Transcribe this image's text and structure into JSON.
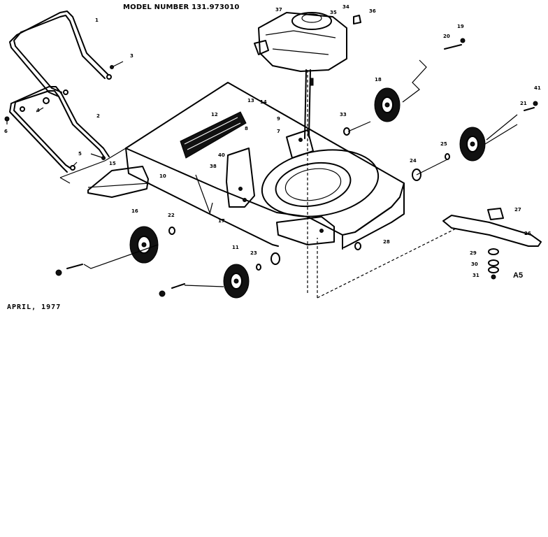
{
  "header": {
    "model": "MODEL NUMBER 131.973010"
  },
  "footer": {
    "date": "APRIL, 1977",
    "code": "A5"
  },
  "callouts": [
    {
      "id": "c1",
      "text": "1"
    },
    {
      "id": "c2",
      "text": "2"
    },
    {
      "id": "c3",
      "text": "3"
    },
    {
      "id": "c4",
      "text": "4"
    },
    {
      "id": "c5",
      "text": "5"
    },
    {
      "id": "c6",
      "text": "6"
    },
    {
      "id": "c7",
      "text": "7"
    },
    {
      "id": "c8",
      "text": "8"
    },
    {
      "id": "c9",
      "text": "9"
    },
    {
      "id": "c10",
      "text": "10"
    },
    {
      "id": "c11",
      "text": "11"
    },
    {
      "id": "c12",
      "text": "12"
    },
    {
      "id": "c13",
      "text": "13"
    },
    {
      "id": "c14",
      "text": "14"
    },
    {
      "id": "c15",
      "text": "15"
    },
    {
      "id": "c16",
      "text": "16"
    },
    {
      "id": "c17",
      "text": "17"
    },
    {
      "id": "c18",
      "text": "18"
    },
    {
      "id": "c19",
      "text": "19"
    },
    {
      "id": "c20",
      "text": "20"
    },
    {
      "id": "c21",
      "text": "21"
    },
    {
      "id": "c22",
      "text": "22"
    },
    {
      "id": "c23",
      "text": "23"
    },
    {
      "id": "c24",
      "text": "24"
    },
    {
      "id": "c25",
      "text": "25"
    },
    {
      "id": "c26",
      "text": "26"
    },
    {
      "id": "c27",
      "text": "27"
    },
    {
      "id": "c28",
      "text": "28"
    },
    {
      "id": "c29",
      "text": "29"
    },
    {
      "id": "c30",
      "text": "30"
    },
    {
      "id": "c31",
      "text": "31"
    },
    {
      "id": "c33",
      "text": "33"
    },
    {
      "id": "c34",
      "text": "34"
    },
    {
      "id": "c35",
      "text": "35"
    },
    {
      "id": "c36",
      "text": "36"
    },
    {
      "id": "c37",
      "text": "37"
    },
    {
      "id": "c38",
      "text": "38"
    },
    {
      "id": "c40",
      "text": "40"
    },
    {
      "id": "c41",
      "text": "41"
    }
  ]
}
